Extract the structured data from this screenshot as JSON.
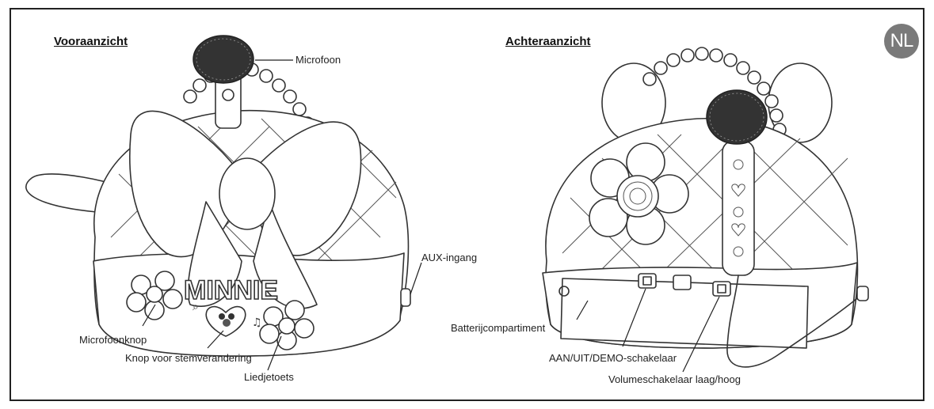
{
  "badge": "NL",
  "front": {
    "heading": "Vooraanzicht",
    "labels": {
      "microphone": "Microfoon",
      "aux": "AUX-ingang",
      "mic_button": "Microfoonknop",
      "voice_button": "Knop voor stemverandering",
      "song_button": "Liedjetoets"
    },
    "logo_text": "MINNIE"
  },
  "back": {
    "heading": "Achteraanzicht",
    "labels": {
      "battery": "Batterijcompartiment",
      "power_switch": "AAN/UIT/DEMO-schakelaar",
      "volume_switch": "Volumeschakelaar laag/hoog"
    }
  }
}
